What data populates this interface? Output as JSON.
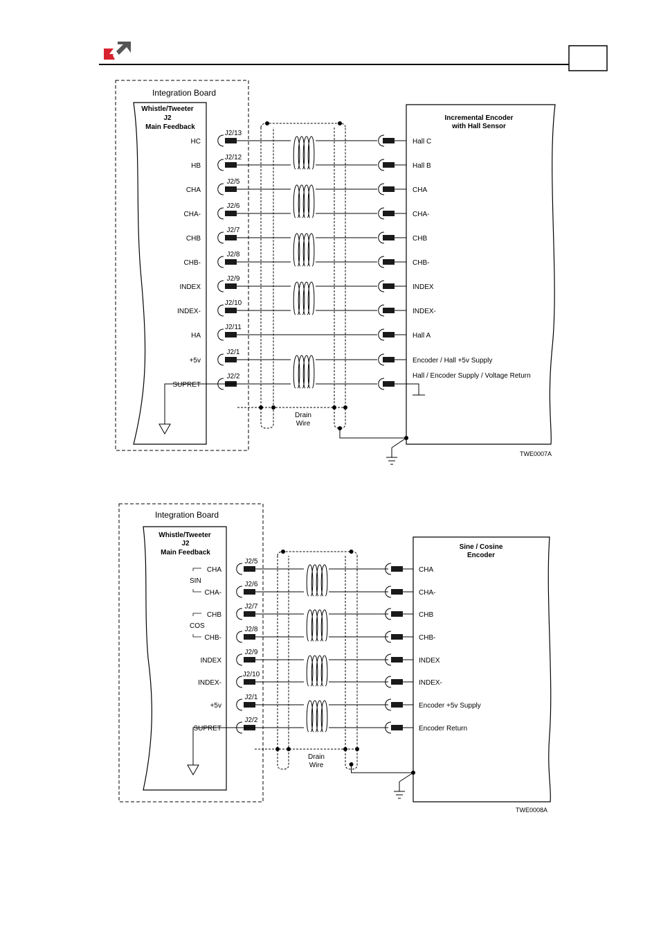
{
  "header": {
    "logo_icon": "company-logo-icon",
    "logo_colors": [
      "#d7232f",
      "#555555"
    ],
    "page_number": ""
  },
  "diagram1": {
    "outer_label": "Integration Board",
    "j2_title": [
      "Whistle/Tweeter",
      "J2",
      "Main Feedback"
    ],
    "encoder_title": [
      "Incremental Encoder",
      "with Hall Sensor"
    ],
    "left_signals": [
      "HC",
      "HB",
      "CHA",
      "CHA-",
      "CHB",
      "CHB-",
      "INDEX",
      "INDEX-",
      "HA",
      "+5v",
      "SUPRET"
    ],
    "pins": [
      "J2/13",
      "J2/12",
      "J2/5",
      "J2/6",
      "J2/7",
      "J2/8",
      "J2/9",
      "J2/10",
      "J2/11",
      "J2/1",
      "J2/2"
    ],
    "right_signals": [
      "Hall C",
      "Hall B",
      "CHA",
      "CHA-",
      "CHB",
      "CHB-",
      "INDEX",
      "INDEX-",
      "Hall A",
      "Encoder / Hall +5v Supply",
      "Hall / Encoder Supply / Voltage Return"
    ],
    "drain_label": [
      "Drain",
      "Wire"
    ],
    "figure_id": "TWE0007A"
  },
  "diagram2": {
    "outer_label": "Integration Board",
    "j2_title": [
      "Whistle/Tweeter",
      "J2",
      "Main Feedback"
    ],
    "encoder_title": [
      "Sine / Cosine",
      "Encoder"
    ],
    "left_signals": [
      "CHA",
      "CHA-",
      "CHB",
      "CHB-",
      "INDEX",
      "INDEX-",
      "+5v",
      "SUPRET"
    ],
    "group_labels": [
      "SIN",
      "COS"
    ],
    "pins": [
      "J2/5",
      "J2/6",
      "J2/7",
      "J2/8",
      "J2/9",
      "J2/10",
      "J2/1",
      "J2/2"
    ],
    "right_signals": [
      "CHA",
      "CHA-",
      "CHB",
      "CHB-",
      "INDEX",
      "INDEX-",
      "Encoder +5v Supply",
      "Encoder Return"
    ],
    "drain_label": [
      "Drain",
      "Wire"
    ],
    "figure_id": "TWE0008A"
  }
}
